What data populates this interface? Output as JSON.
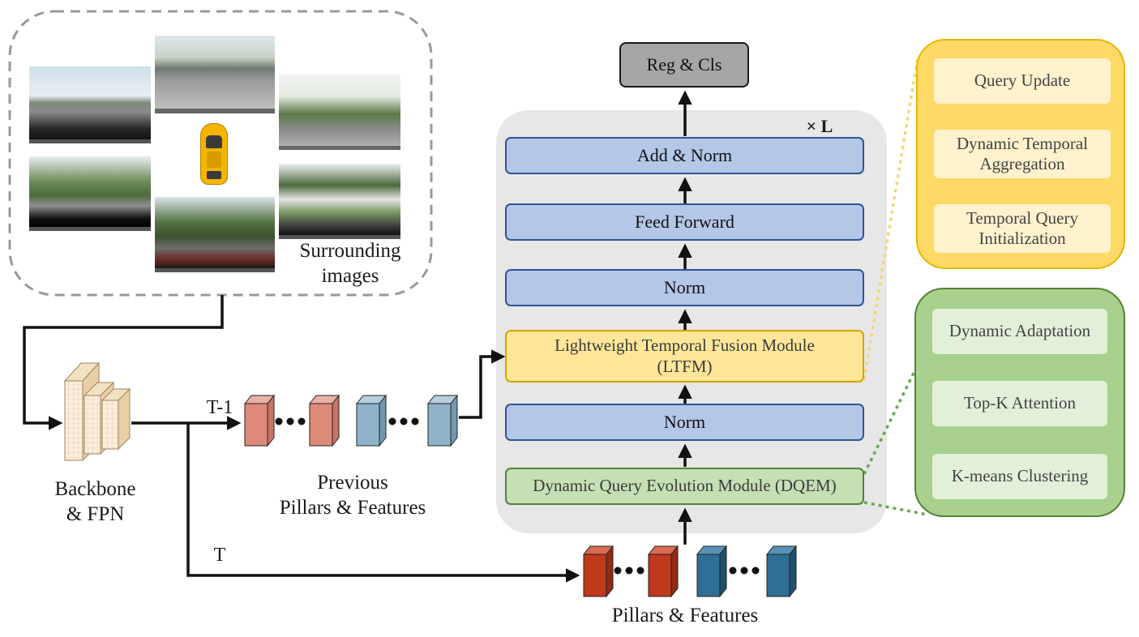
{
  "surrounding_label": "Surrounding\nimages",
  "backbone_label": "Backbone\n& FPN",
  "t_minus_1_label": "T-1",
  "t_label": "T",
  "previous_label": "Previous\nPillars & Features",
  "pillars_label": "Pillars & Features",
  "repeat_label": "× L",
  "decoder": {
    "reg_cls": "Reg & Cls",
    "add_norm": "Add & Norm",
    "feed_forward": "Feed Forward",
    "norm_top": "Norm",
    "ltfm": "Lightweight Temporal Fusion Module\n(LTFM)",
    "norm_bottom": "Norm",
    "dqem": "Dynamic Query Evolution Module (DQEM)"
  },
  "ltfm_detail": {
    "query_update": "Query Update",
    "dynamic_temporal_aggregation": "Dynamic Temporal\nAggregation",
    "temporal_query_init": "Temporal Query\nInitialization"
  },
  "dqem_detail": {
    "dynamic_adaptation": "Dynamic Adaptation",
    "topk_attention": "Top-K Attention",
    "kmeans": "K-means Clustering"
  },
  "colors": {
    "prev_feature_red": "#de8a7a",
    "prev_feature_blue": "#8fb3c8",
    "cur_feature_red": "#c0391b",
    "cur_feature_blue": "#2f6e95"
  }
}
